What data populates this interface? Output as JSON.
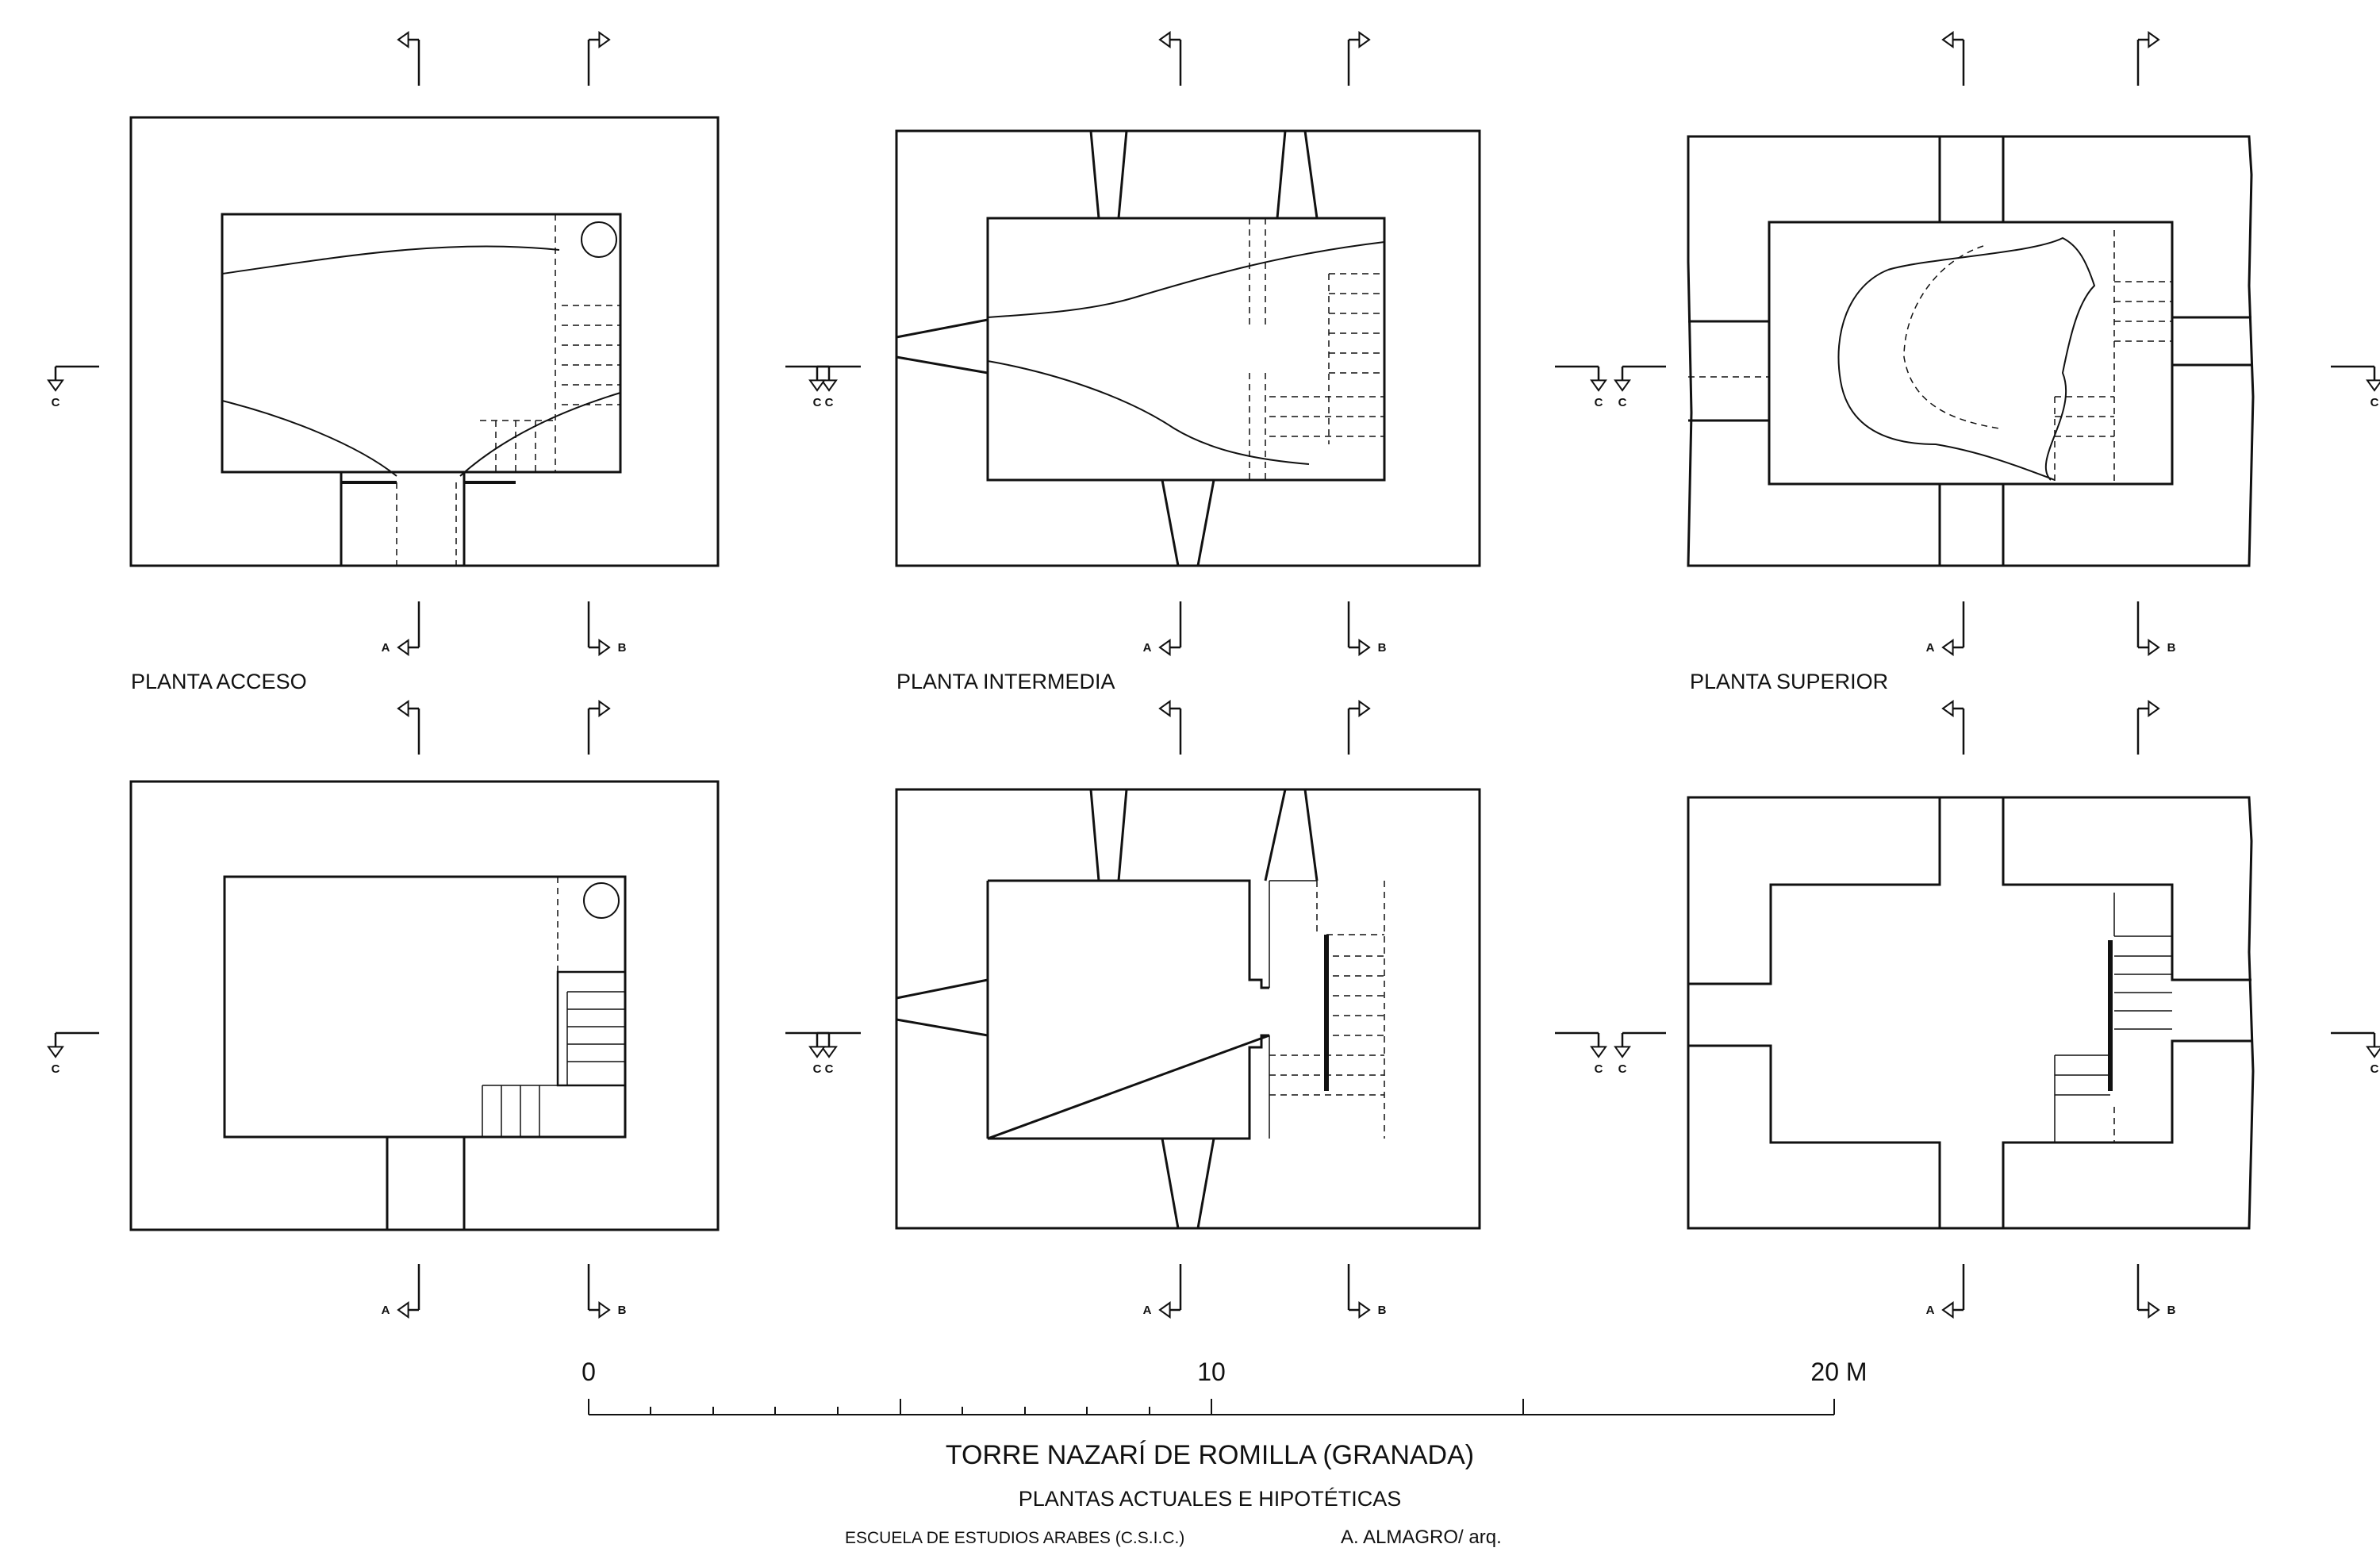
{
  "plan_labels": {
    "acceso": "PLANTA ACCESO",
    "intermedia": "PLANTA INTERMEDIA",
    "superior": "PLANTA SUPERIOR"
  },
  "section_marks": {
    "a": "A",
    "b": "B",
    "c": "C"
  },
  "scale": {
    "zero": "0",
    "ten": "10",
    "twenty": "20 M"
  },
  "title_block": {
    "title": "TORRE NAZARÍ DE ROMILLA (GRANADA)",
    "subtitle": "PLANTAS ACTUALES E HIPOTÉTICAS",
    "institution": "ESCUELA DE ESTUDIOS ARABES  (C.S.I.C.)",
    "author": "A. ALMAGRO/ arq."
  }
}
